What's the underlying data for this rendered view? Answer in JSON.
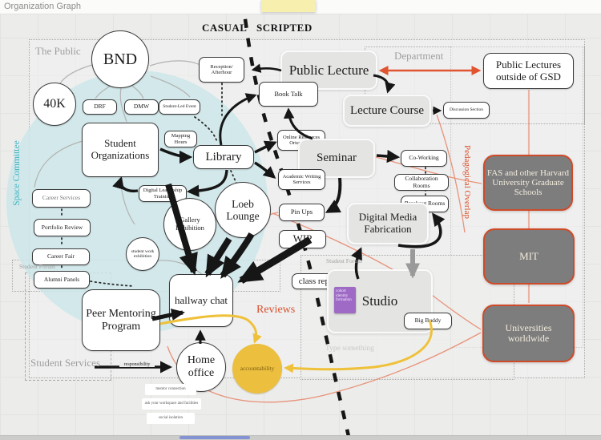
{
  "header": {
    "title": "Organization Graph"
  },
  "canvas": {
    "zones": {
      "the_public": "The Public",
      "department": "Department",
      "student_forum_left": "Student Forum",
      "student_forum_studio": "Student Forum",
      "student_services": "Student Services",
      "type_placeholder": "Type something"
    },
    "axis": {
      "casual": "CASUAL",
      "scripted": "SCRIPTED",
      "space_committee": "Space Committee",
      "pedagogical_overlap": "Pedagogical Overlap",
      "reviews": "Reviews"
    },
    "nodes": {
      "bnd": "BND",
      "fortyk": "40K",
      "drf": "DRF",
      "dmw": "DMW",
      "student_led_event": "Student-Led Event",
      "reception": "Reception/ Afterhour",
      "public_lecture": "Public Lecture",
      "book_talk": "Book Talk",
      "lecture_course": "Lecture Course",
      "discussion_section": "Discussion Section",
      "public_lectures_outside": "Public Lectures outside of GSD",
      "student_organizations": "Student Organizations",
      "mapping_hours": "Mapping Hours",
      "library": "Library",
      "online_resources": "Online Resources Orientation",
      "seminar": "Seminar",
      "academic_writing": "Academic Writing Services",
      "co_working": "Co-Working",
      "collaboration_rooms": "Collaboration Rooms",
      "breakout_rooms": "Breakout Rooms",
      "digital_leadership": "Digital Leadership Training",
      "loeb_lounge": "Loeb Lounge",
      "pin_ups": "Pin Ups",
      "wip": "WIP",
      "digital_media_fabrication": "Digital Media Fabrication",
      "gallery_exhibition": "Gallery Exhibition",
      "student_work_exhibition": "student work exhibition",
      "hallway_chat": "hallway chat",
      "class_reps": "class reps",
      "studio": "Studio",
      "cohort_sticky": "cohort identity formation",
      "big_buddy": "Big Buddy",
      "career_services": "Career Services",
      "portfolio_review": "Portfolio Review",
      "career_fair": "Career Fair",
      "alumni_panels": "Alumni Panels",
      "peer_mentoring": "Peer Mentoring Program",
      "home_office": "Home office",
      "accountability": "accountability",
      "fas": "FAS and other Harvard University Graduate Schools",
      "mit": "MIT",
      "universities": "Universities worldwide",
      "responsibility": "responsibility",
      "note_1": "mentor connection",
      "note_2": "ask your workspace and facilities",
      "note_3": "social isolation"
    },
    "colors": {
      "accent_red": "#d9502c",
      "salmon": "#e8937a",
      "teal_text": "#3fb4c4",
      "teal_blob": "#cde6e9",
      "yellow": "#efc13a",
      "purple": "#9e6ac6",
      "dark_node": "#7d7d7d",
      "gray_node": "#e4e4e3"
    }
  }
}
